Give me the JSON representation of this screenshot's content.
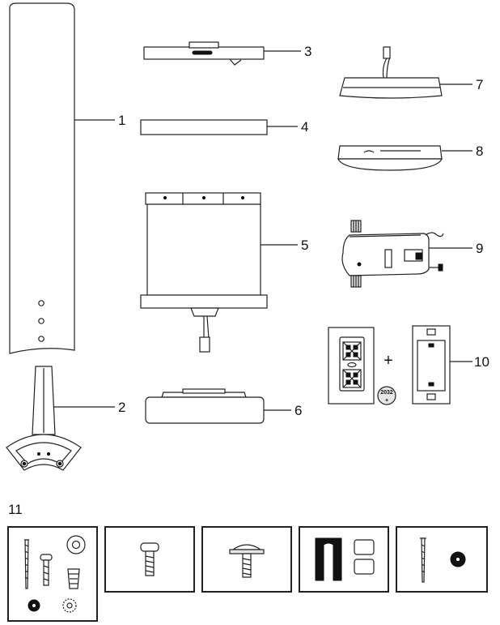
{
  "parts": [
    {
      "id": "blade",
      "callout": "1"
    },
    {
      "id": "blade-arm",
      "callout": "2"
    },
    {
      "id": "mounting-plate",
      "callout": "3"
    },
    {
      "id": "ring-trim",
      "callout": "4"
    },
    {
      "id": "motor-housing",
      "callout": "5"
    },
    {
      "id": "bottom-cover",
      "callout": "6"
    },
    {
      "id": "canopy",
      "callout": "7"
    },
    {
      "id": "canopy-trim",
      "callout": "8"
    },
    {
      "id": "receiver",
      "callout": "9"
    },
    {
      "id": "wall-control",
      "callout": "10",
      "plus": "+",
      "battery_label": "2032",
      "battery_sign": "+"
    },
    {
      "id": "hardware-bags",
      "callout": "11"
    }
  ]
}
